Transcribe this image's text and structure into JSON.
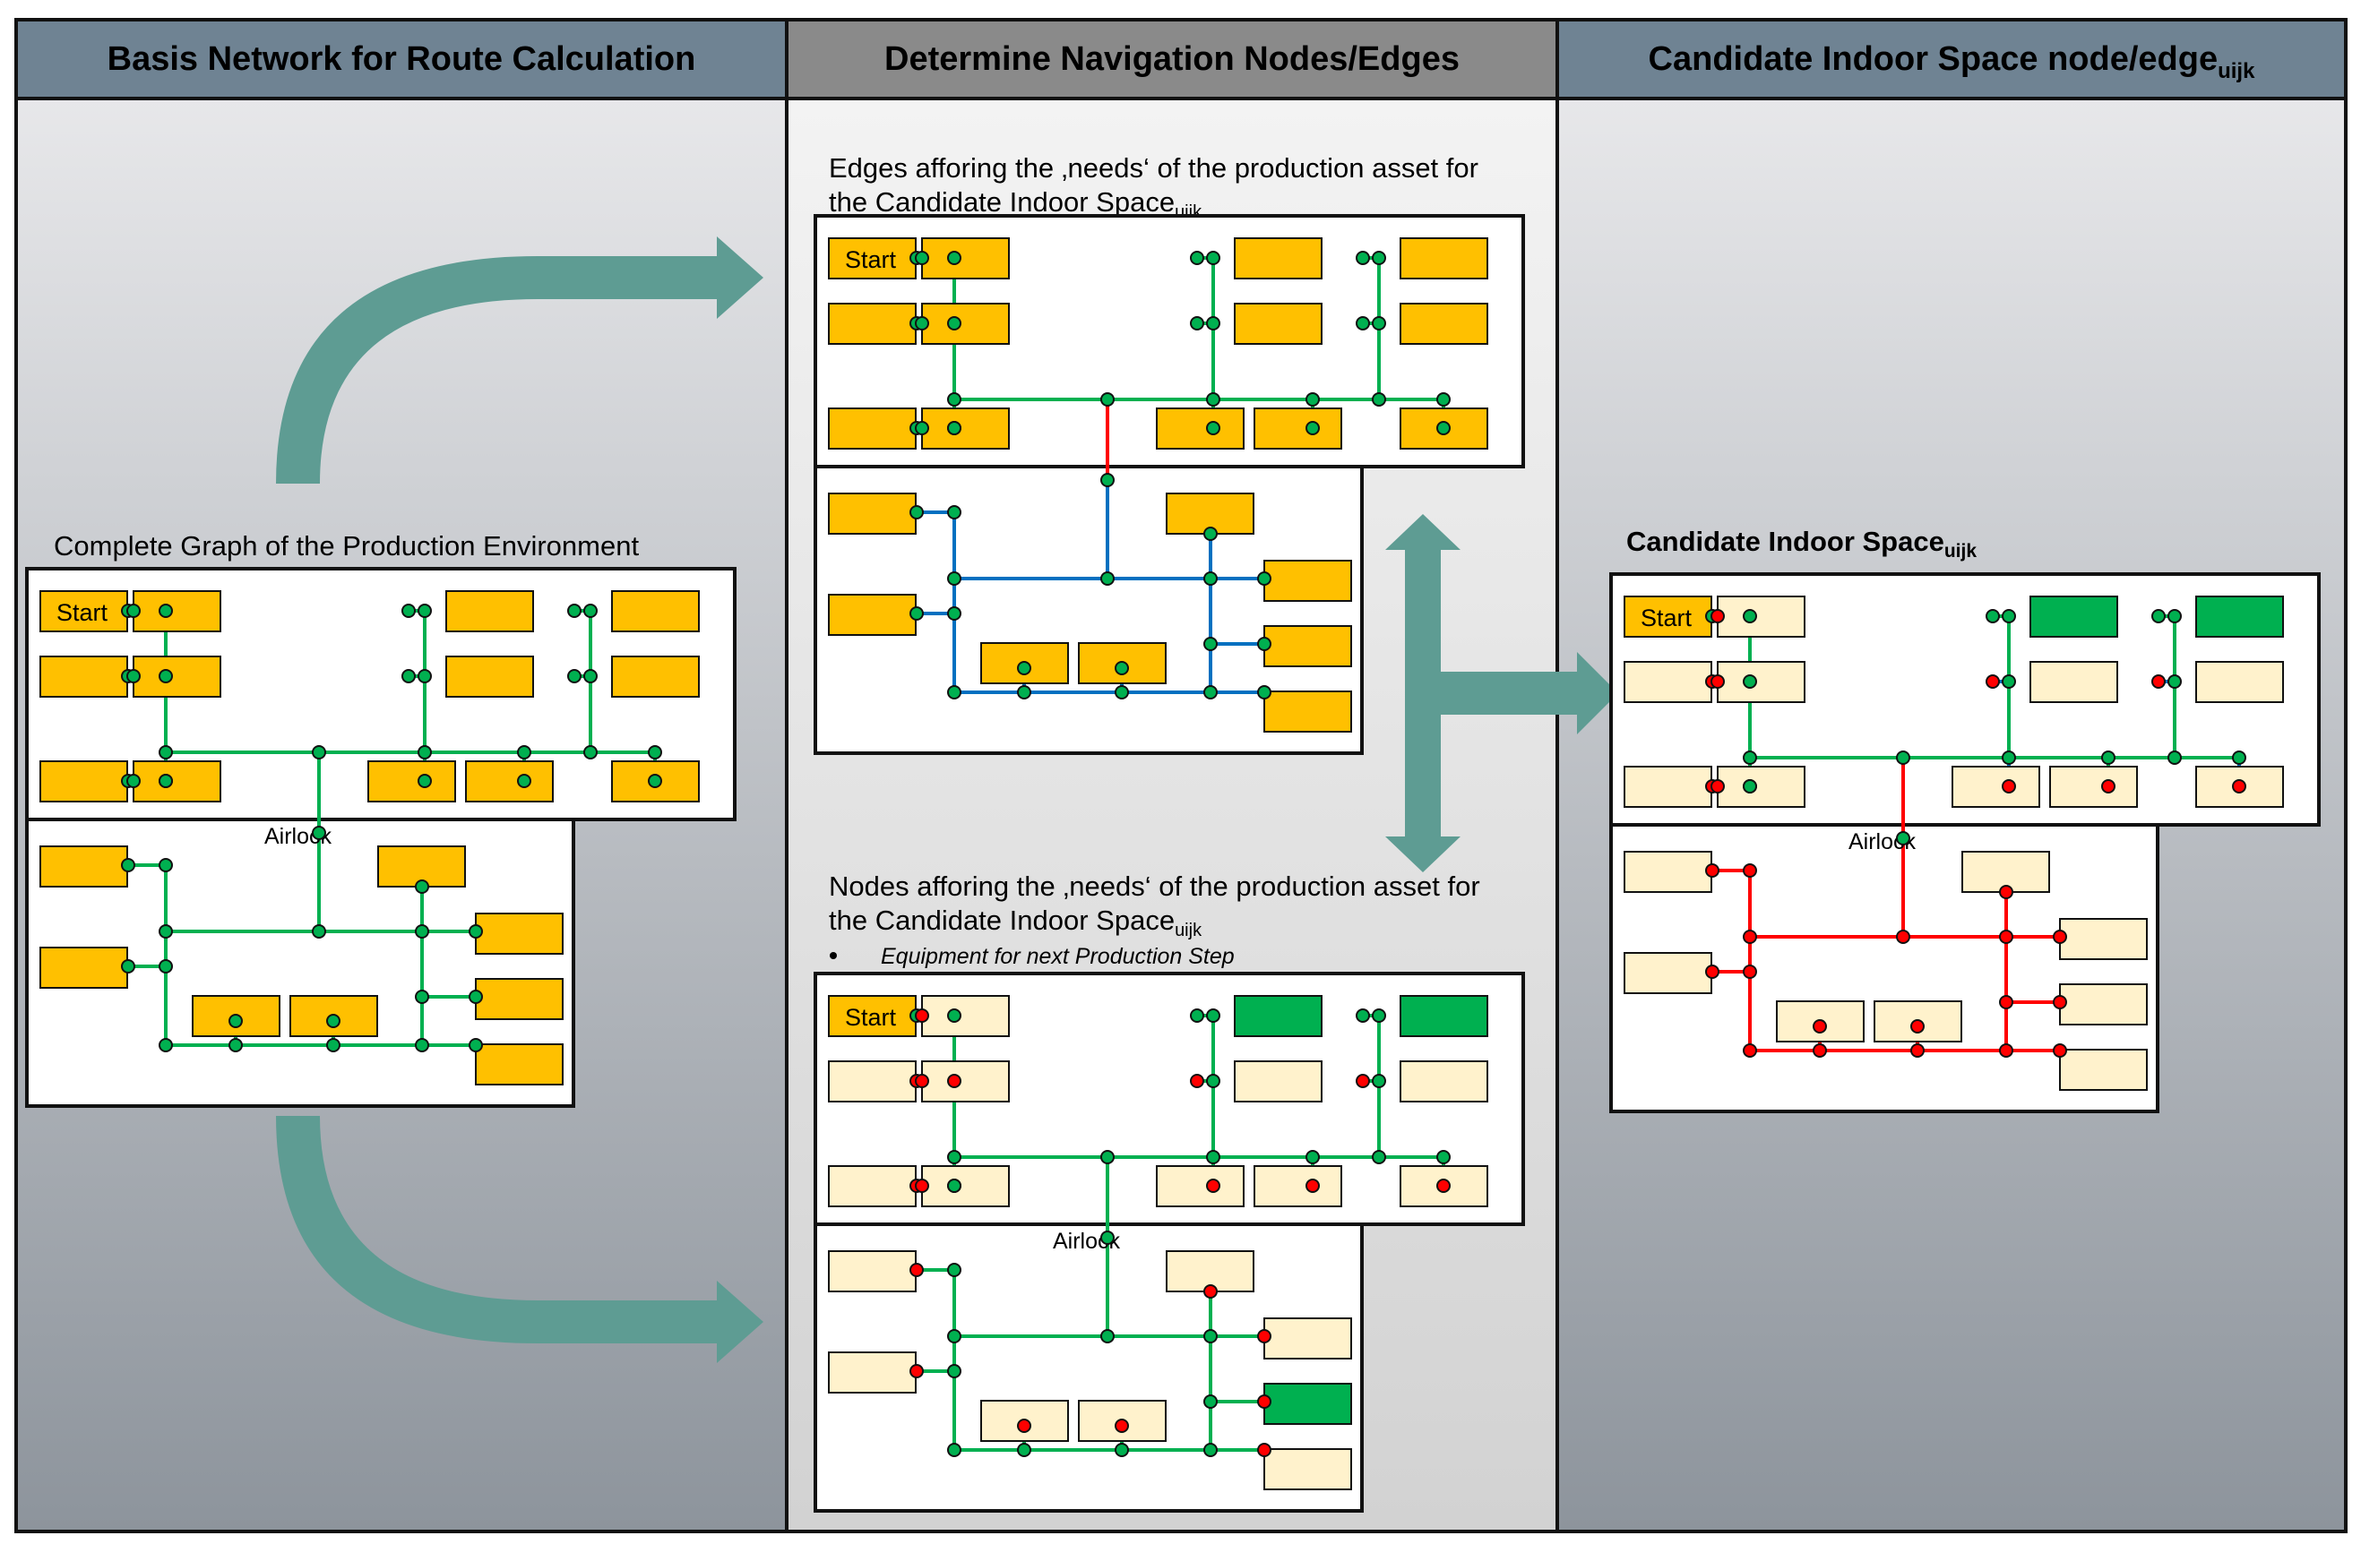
{
  "headers": {
    "col1": "Basis Network for Route Calculation",
    "col2": "Determine Navigation Nodes/Edges",
    "col3_main": "Candidate Indoor Space node/edge",
    "col3_sub": "uijk"
  },
  "left": {
    "title": "Complete Graph of the Production Environment",
    "start": "Start",
    "airlock": "Airlock"
  },
  "edges_panel": {
    "line1": "Edges afforing the ‚needs‘ of the production asset for",
    "line2_main": "the Candidate Indoor Space",
    "line2_sub": "uijk",
    "start": "Start"
  },
  "nodes_panel": {
    "line1": "Nodes afforing the ‚needs‘ of the production asset for",
    "line2_main": "the Candidate Indoor Space",
    "line2_sub": "uijk",
    "bullet": "Equipment for next Production Step",
    "start": "Start",
    "airlock": "Airlock"
  },
  "right": {
    "title_main": "Candidate Indoor Space",
    "title_sub": "uijk",
    "start": "Start",
    "airlock": "Airlock"
  },
  "colors": {
    "header_bg": "#6f8393",
    "header_mid_bg": "#8a8a8a",
    "box_orange": "#ffc000",
    "box_pale": "#fff2cc",
    "box_green": "#00b050",
    "edge_green": "#00b050",
    "edge_blue": "#0070c0",
    "edge_red": "#ff0000",
    "node_green": "#00b050",
    "node_red": "#ff0000",
    "arrow_teal": "#5e9c93"
  }
}
